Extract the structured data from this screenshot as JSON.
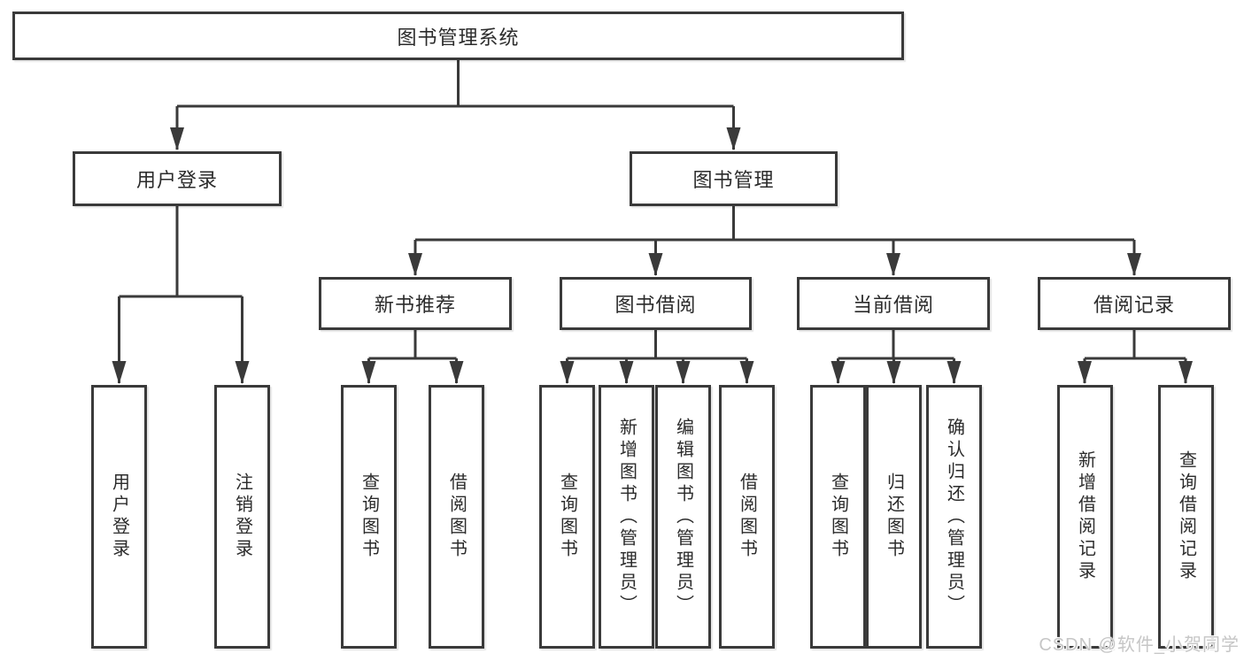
{
  "diagram": {
    "root": {
      "label": "图书管理系统"
    },
    "branches": [
      {
        "label": "用户登录",
        "children": [
          {
            "label": "用户登录"
          },
          {
            "label": "注销登录"
          }
        ]
      },
      {
        "label": "图书管理",
        "children": [
          {
            "label": "新书推荐",
            "children": [
              {
                "label": "查询图书"
              },
              {
                "label": "借阅图书"
              }
            ]
          },
          {
            "label": "图书借阅",
            "children": [
              {
                "label": "查询图书"
              },
              {
                "label": "新增图书（管理员）"
              },
              {
                "label": "编辑图书（管理员）"
              },
              {
                "label": "借阅图书"
              }
            ]
          },
          {
            "label": "当前借阅",
            "children": [
              {
                "label": "查询图书"
              },
              {
                "label": "归还图书"
              },
              {
                "label": "确认归还（管理员）"
              }
            ]
          },
          {
            "label": "借阅记录",
            "children": [
              {
                "label": "新增借阅记录"
              },
              {
                "label": "查询借阅记录"
              }
            ]
          }
        ]
      }
    ]
  },
  "watermark": {
    "label": "CSDN @软件_小贺同学"
  },
  "colors": {
    "line": "#3a3a3a",
    "box_border": "#3a3a3a",
    "box_background": "#ffffff",
    "text": "#2b2b2b",
    "watermark": "#c6c6c6"
  }
}
